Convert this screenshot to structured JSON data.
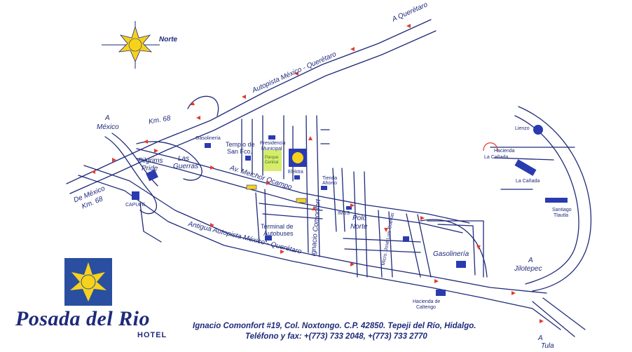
{
  "compass": {
    "north_label": "Norte"
  },
  "hotel": {
    "name": "Posada del Rio",
    "subtitle": "HOTEL"
  },
  "footer": {
    "address": "Ignacio Comonfort #19, Col. Noxtongo. C.P. 42850. Tepeji del Río, Hidalgo.",
    "phone": "Teléfono y fax: +(773) 733 2048, +(773) 733 2770"
  },
  "labels": {
    "a_queretaro": "A Querétaro",
    "autopista": "Autopista México - Querétaro",
    "a_mexico_a": "A",
    "a_mexico_b": "México",
    "km68_top": "Km. 68",
    "de_mexico_a": "De México",
    "de_mexico_b": "Km. 68",
    "capufe": "CAPUFE",
    "pilgrims_a": "Pilgrims",
    "pilgrims_b": "Pride",
    "las_guerras_a": "Las",
    "las_guerras_b": "Guerras",
    "gasolineria_1": "Gasolinería",
    "templo_a": "Templo de",
    "templo_b": "San Fco.",
    "presidencia_a": "Presidencia",
    "presidencia_b": "Municipal",
    "parque_a": "Parque",
    "parque_b": "Central",
    "elektra": "Elektra",
    "melchor": "Av. Melchor Ocampo",
    "tienda_a": "Tienda",
    "tienda_b": "Ahorro",
    "imss": "IMSS",
    "comonfort": "Ignacio Comonfort",
    "polo_a": "Polo",
    "polo_b": "Norte",
    "terminal_a": "Terminal de",
    "terminal_b": "Autobuses",
    "antigua": "Antigua Autopista México - Querétaro",
    "jose_luis": "Micro. José Luis Cuevas",
    "gasolineria_2": "Gasolinería",
    "lienzo": "Lienzo",
    "hacienda_canada_a": "Hacienda",
    "hacienda_canada_b": "La Cañada",
    "la_canada": "La Cañada",
    "santiago_a": "Santiago",
    "santiago_b": "Tlautla",
    "a_jilotepec_a": "A",
    "a_jilotepec_b": "Jilotepec",
    "hacienda_caltengo_a": "Hacienda de",
    "hacienda_caltengo_b": "Caltengo",
    "a_tula_a": "A",
    "a_tula_b": "Tula"
  },
  "colors": {
    "road": "#1f2a7a",
    "marker": "#2a3bb0",
    "arrow": "#e23b2e",
    "park": "#d7ec6a",
    "sun": "#f6d21c"
  }
}
